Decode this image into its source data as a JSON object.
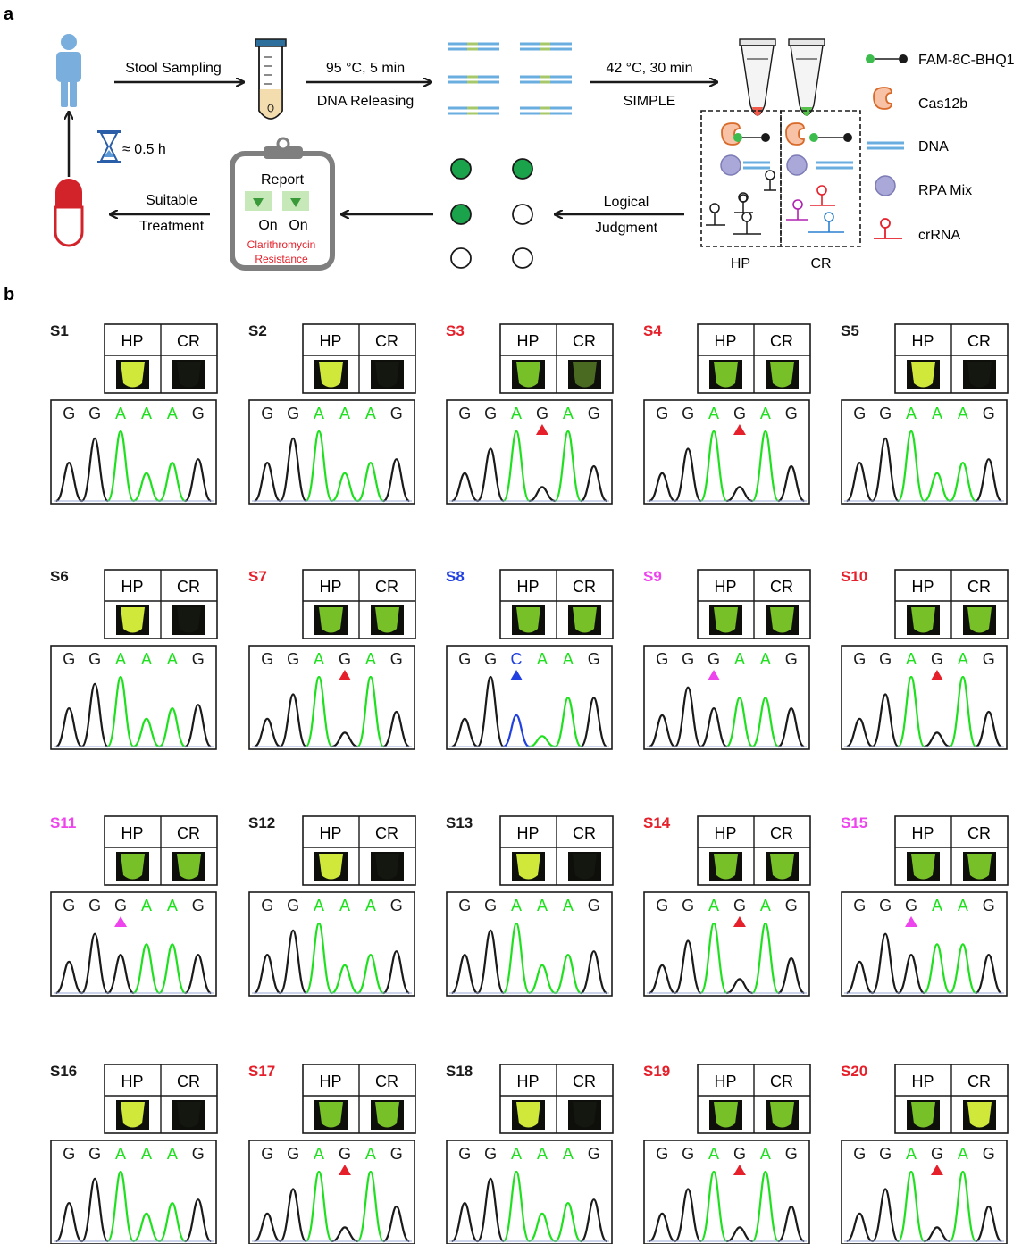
{
  "panel_labels": {
    "a": "a",
    "b": "b"
  },
  "workflow": {
    "stool_sampling": "Stool Sampling",
    "temp1": "95 °C, 5 min",
    "dna_releasing": "DNA Releasing",
    "temp2": "42 °C, 30 min",
    "simple": "SIMPLE",
    "time_estimate": "≈ 0.5 h",
    "logical": "Logical",
    "judgment": "Judgment",
    "suitable": "Suitable",
    "treatment": "Treatment",
    "report": "Report",
    "on1": "On",
    "on2": "On",
    "clarithromycin": "Clarithromycin",
    "resistance": "Resistance",
    "hp": "HP",
    "cr": "CR"
  },
  "legend": [
    {
      "label": "FAM-8C-BHQ1",
      "icon": "reporter-probe-icon"
    },
    {
      "label": "Cas12b",
      "icon": "cas12b-icon"
    },
    {
      "label": "DNA",
      "icon": "dna-icon"
    },
    {
      "label": "RPA Mix",
      "icon": "rpa-mix-icon"
    },
    {
      "label": "crRNA",
      "icon": "crrna-icon"
    }
  ],
  "judgment_dots": [
    [
      true,
      true
    ],
    [
      true,
      false
    ],
    [
      false,
      false
    ]
  ],
  "colors": {
    "black": "#1a1a1a",
    "green": "#1fe01f",
    "red": "#e5202a",
    "blue": "#2040e0",
    "magenta": "#ee44ee",
    "dot_green": "#1aa34a",
    "tube_bright": "#cfe83a",
    "tube_dim": "#78c028",
    "tube_dark": "#141610",
    "tube_faint": "#4a6a22"
  },
  "tube_headers": {
    "hp": "HP",
    "cr": "CR"
  },
  "samples": [
    {
      "id": "S1",
      "color": "black",
      "tubes": [
        "bright",
        "dark"
      ],
      "seq": [
        "G",
        "G",
        "A",
        "A",
        "A",
        "G"
      ],
      "marker": null,
      "peaks": [
        0.55,
        0.9,
        1.0,
        0.4,
        0.55,
        0.6
      ]
    },
    {
      "id": "S2",
      "color": "black",
      "tubes": [
        "bright",
        "dark"
      ],
      "seq": [
        "G",
        "G",
        "A",
        "A",
        "A",
        "G"
      ],
      "marker": null,
      "peaks": [
        0.55,
        0.9,
        1.0,
        0.4,
        0.55,
        0.6
      ]
    },
    {
      "id": "S3",
      "color": "red",
      "tubes": [
        "dim",
        "faint"
      ],
      "seq": [
        "G",
        "G",
        "A",
        "G",
        "A",
        "G"
      ],
      "marker": 3,
      "peaks": [
        0.4,
        0.75,
        1.0,
        0.2,
        1.0,
        0.5
      ]
    },
    {
      "id": "S4",
      "color": "red",
      "tubes": [
        "dim",
        "dim"
      ],
      "seq": [
        "G",
        "G",
        "A",
        "G",
        "A",
        "G"
      ],
      "marker": 3,
      "peaks": [
        0.4,
        0.75,
        1.0,
        0.2,
        1.0,
        0.5
      ]
    },
    {
      "id": "S5",
      "color": "black",
      "tubes": [
        "bright",
        "dark"
      ],
      "seq": [
        "G",
        "G",
        "A",
        "A",
        "A",
        "G"
      ],
      "marker": null,
      "peaks": [
        0.55,
        0.9,
        1.0,
        0.4,
        0.55,
        0.6
      ]
    },
    {
      "id": "S6",
      "color": "black",
      "tubes": [
        "bright",
        "dark"
      ],
      "seq": [
        "G",
        "G",
        "A",
        "A",
        "A",
        "G"
      ],
      "marker": null,
      "peaks": [
        0.55,
        0.9,
        1.0,
        0.4,
        0.55,
        0.6
      ]
    },
    {
      "id": "S7",
      "color": "red",
      "tubes": [
        "dim",
        "dim"
      ],
      "seq": [
        "G",
        "G",
        "A",
        "G",
        "A",
        "G"
      ],
      "marker": 3,
      "peaks": [
        0.4,
        0.75,
        1.0,
        0.2,
        1.0,
        0.5
      ]
    },
    {
      "id": "S8",
      "color": "blue",
      "tubes": [
        "dim",
        "dim"
      ],
      "seq": [
        "G",
        "G",
        "C",
        "A",
        "A",
        "G"
      ],
      "marker": 2,
      "peaks": [
        0.4,
        1.0,
        0.45,
        0.15,
        0.7,
        0.7
      ]
    },
    {
      "id": "S9",
      "color": "magenta",
      "tubes": [
        "dim",
        "dim"
      ],
      "seq": [
        "G",
        "G",
        "G",
        "A",
        "A",
        "G"
      ],
      "marker": 2,
      "peaks": [
        0.45,
        0.85,
        0.55,
        0.7,
        0.7,
        0.55
      ]
    },
    {
      "id": "S10",
      "color": "red",
      "tubes": [
        "dim",
        "dim"
      ],
      "seq": [
        "G",
        "G",
        "A",
        "G",
        "A",
        "G"
      ],
      "marker": 3,
      "peaks": [
        0.4,
        0.75,
        1.0,
        0.2,
        1.0,
        0.5
      ]
    },
    {
      "id": "S11",
      "color": "magenta",
      "tubes": [
        "dim",
        "dim"
      ],
      "seq": [
        "G",
        "G",
        "G",
        "A",
        "A",
        "G"
      ],
      "marker": 2,
      "peaks": [
        0.45,
        0.85,
        0.55,
        0.7,
        0.7,
        0.55
      ]
    },
    {
      "id": "S12",
      "color": "black",
      "tubes": [
        "bright",
        "dark"
      ],
      "seq": [
        "G",
        "G",
        "A",
        "A",
        "A",
        "G"
      ],
      "marker": null,
      "peaks": [
        0.55,
        0.9,
        1.0,
        0.4,
        0.55,
        0.6
      ]
    },
    {
      "id": "S13",
      "color": "black",
      "tubes": [
        "bright",
        "dark"
      ],
      "seq": [
        "G",
        "G",
        "A",
        "A",
        "A",
        "G"
      ],
      "marker": null,
      "peaks": [
        0.55,
        0.9,
        1.0,
        0.4,
        0.55,
        0.6
      ]
    },
    {
      "id": "S14",
      "color": "red",
      "tubes": [
        "dim",
        "dim"
      ],
      "seq": [
        "G",
        "G",
        "A",
        "G",
        "A",
        "G"
      ],
      "marker": 3,
      "peaks": [
        0.4,
        0.75,
        1.0,
        0.2,
        1.0,
        0.5
      ]
    },
    {
      "id": "S15",
      "color": "magenta",
      "tubes": [
        "dim",
        "dim"
      ],
      "seq": [
        "G",
        "G",
        "G",
        "A",
        "A",
        "G"
      ],
      "marker": 2,
      "peaks": [
        0.45,
        0.85,
        0.55,
        0.7,
        0.7,
        0.55
      ]
    },
    {
      "id": "S16",
      "color": "black",
      "tubes": [
        "bright",
        "dark"
      ],
      "seq": [
        "G",
        "G",
        "A",
        "A",
        "A",
        "G"
      ],
      "marker": null,
      "peaks": [
        0.55,
        0.9,
        1.0,
        0.4,
        0.55,
        0.6
      ]
    },
    {
      "id": "S17",
      "color": "red",
      "tubes": [
        "dim",
        "dim"
      ],
      "seq": [
        "G",
        "G",
        "A",
        "G",
        "A",
        "G"
      ],
      "marker": 3,
      "peaks": [
        0.4,
        0.75,
        1.0,
        0.2,
        1.0,
        0.5
      ]
    },
    {
      "id": "S18",
      "color": "black",
      "tubes": [
        "bright",
        "dark"
      ],
      "seq": [
        "G",
        "G",
        "A",
        "A",
        "A",
        "G"
      ],
      "marker": null,
      "peaks": [
        0.55,
        0.9,
        1.0,
        0.4,
        0.55,
        0.6
      ]
    },
    {
      "id": "S19",
      "color": "red",
      "tubes": [
        "dim",
        "dim"
      ],
      "seq": [
        "G",
        "G",
        "A",
        "G",
        "A",
        "G"
      ],
      "marker": 3,
      "peaks": [
        0.4,
        0.75,
        1.0,
        0.2,
        1.0,
        0.5
      ]
    },
    {
      "id": "S20",
      "color": "red",
      "tubes": [
        "dim",
        "bright"
      ],
      "seq": [
        "G",
        "G",
        "A",
        "G",
        "A",
        "G"
      ],
      "marker": 3,
      "peaks": [
        0.4,
        0.75,
        1.0,
        0.2,
        1.0,
        0.5
      ]
    }
  ]
}
